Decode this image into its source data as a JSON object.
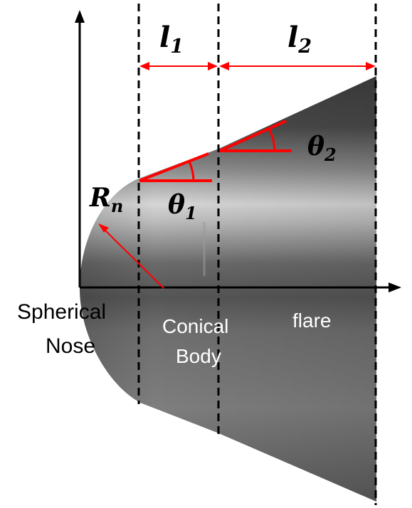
{
  "labels": {
    "l1": {
      "base": "l",
      "sub": "1"
    },
    "l2": {
      "base": "l",
      "sub": "2"
    },
    "theta1": {
      "base": "θ",
      "sub": "1"
    },
    "theta2": {
      "base": "θ",
      "sub": "2"
    },
    "radius": {
      "base": "R",
      "sub": "n"
    },
    "spherical_line1": "Spherical",
    "spherical_line2": "Nose",
    "conical_line1": "Conical",
    "conical_line2": "Body",
    "flare": "flare"
  },
  "colors": {
    "dimension_red": "#ff0000",
    "axis_black": "#000000",
    "body_gray": "#6e6e6e"
  }
}
